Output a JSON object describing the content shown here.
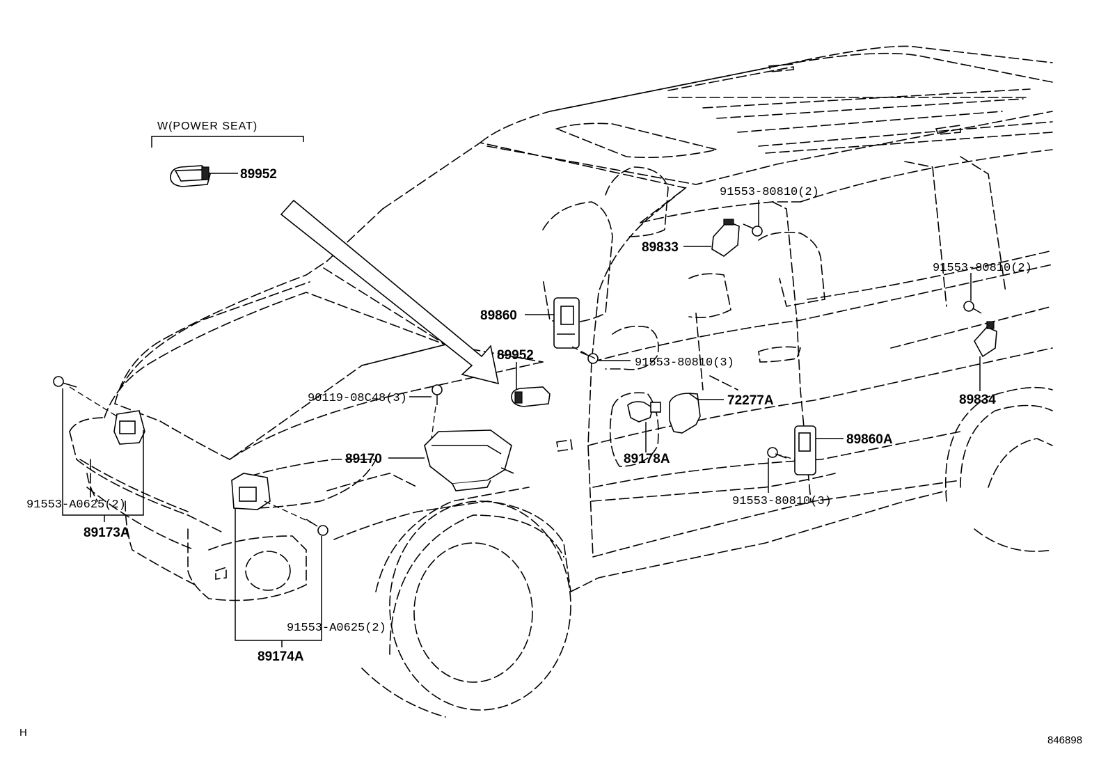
{
  "note": "W(POWER SEAT)",
  "corner_left": "H",
  "corner_right": "846898",
  "labels": {
    "p89952_top": "89952",
    "p91553_80810_2_a": "91553-80810(2)",
    "p89833": "89833",
    "p91553_80810_2_b": "91553-80810(2)",
    "p89860": "89860",
    "p89952_mid": "89952",
    "p91553_80810_3_a": "91553-80810(3)",
    "p90119": "90119-08C48(3)",
    "p72277A": "72277A",
    "p89834": "89834",
    "p89860A": "89860A",
    "p89170": "89170",
    "p89178A": "89178A",
    "p91553_80810_3_b": "91553-80810(3)",
    "p91553_A0625_2_a": "91553-A0625(2)",
    "p89173A": "89173A",
    "p91553_A0625_2_b": "91553-A0625(2)",
    "p89174A": "89174A"
  }
}
